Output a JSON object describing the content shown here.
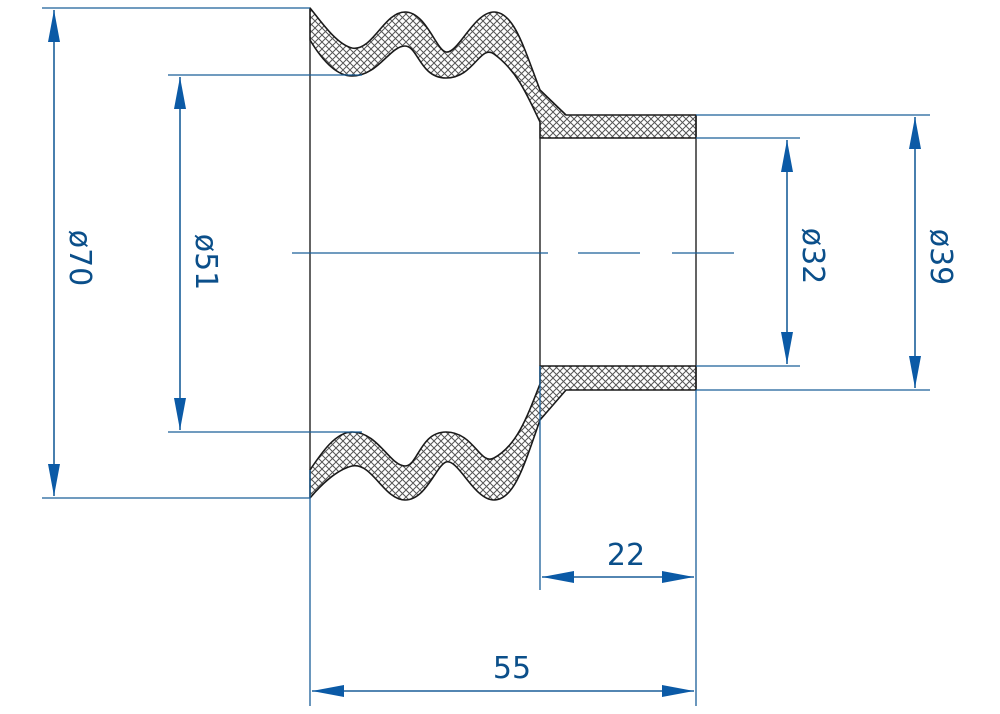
{
  "colors": {
    "dimension": "#0b4f8a",
    "outline": "#1a1a1a",
    "background": "#ffffff"
  },
  "dimensions": {
    "d70": "ø70",
    "d51": "ø51",
    "d32": "ø32",
    "d39": "ø39",
    "len22": "22",
    "len55": "55"
  }
}
